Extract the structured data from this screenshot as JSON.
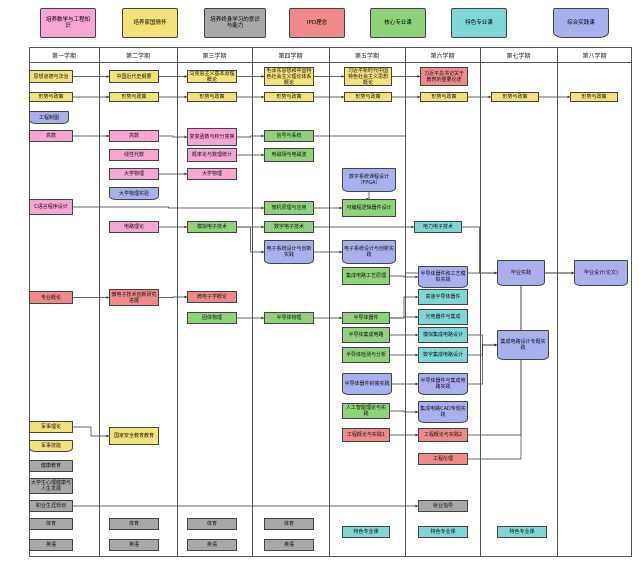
{
  "legend": [
    {
      "text": "培养数学与工程知识",
      "color": "#f7a5d3",
      "shape": "rect"
    },
    {
      "text": "培养家国情怀",
      "color": "#f3e27a",
      "shape": "rect"
    },
    {
      "text": "培养终身学习的意识与能力",
      "color": "#a8a8a8",
      "shape": "rect"
    },
    {
      "text": "IPD理念",
      "color": "#f08a8a",
      "shape": "rect"
    },
    {
      "text": "核心专业课",
      "color": "#8ed27a",
      "shape": "rect"
    },
    {
      "text": "特色专业课",
      "color": "#7fd6d6",
      "shape": "rect"
    },
    {
      "text": "综合实践课",
      "color": "#a9b0ee",
      "shape": "wave"
    }
  ],
  "semesters": [
    "第一学期",
    "第二学期",
    "第三学期",
    "第四学期",
    "第五学期",
    "第六学期",
    "第七学期",
    "第八学期"
  ],
  "nodes": [
    {
      "id": "n1",
      "text": "思想道德与法治",
      "c": "yellow"
    },
    {
      "id": "n2",
      "text": "中国近代史纲要",
      "c": "yellow"
    },
    {
      "id": "n3",
      "text": "马克思主义基本原理概论",
      "c": "yellow"
    },
    {
      "id": "n4",
      "text": "毛泽东思想和中国特色社会主义理论体系概论",
      "c": "yellow"
    },
    {
      "id": "n5",
      "text": "习近平新时代中国特色社会主义思想概论",
      "c": "yellow"
    },
    {
      "id": "n6",
      "text": "习近平总书记关于教育的重要论述",
      "c": "red"
    },
    {
      "id": "f1",
      "text": "形势与政策",
      "c": "yellow"
    },
    {
      "id": "f2",
      "text": "形势与政策",
      "c": "yellow"
    },
    {
      "id": "f3",
      "text": "形势与政策",
      "c": "yellow"
    },
    {
      "id": "f4",
      "text": "形势与政策",
      "c": "yellow"
    },
    {
      "id": "f5",
      "text": "形势与政策",
      "c": "yellow"
    },
    {
      "id": "f6",
      "text": "形势与政策",
      "c": "yellow"
    },
    {
      "id": "f7",
      "text": "形势与政策",
      "c": "yellow"
    },
    {
      "id": "f8",
      "text": "形势与政策",
      "c": "yellow"
    },
    {
      "id": "gczt",
      "text": "工程制图",
      "c": "blue",
      "w": 1
    },
    {
      "id": "gs1",
      "text": "高数",
      "c": "pink"
    },
    {
      "id": "gs2",
      "text": "高数",
      "c": "pink"
    },
    {
      "id": "fb",
      "text": "复变函数与积分变换",
      "c": "pink"
    },
    {
      "id": "xs",
      "text": "信号与系统",
      "c": "green"
    },
    {
      "id": "xxds",
      "text": "线性代数",
      "c": "pink"
    },
    {
      "id": "glts",
      "text": "概率论与数理统计",
      "c": "pink"
    },
    {
      "id": "dcc",
      "text": "电磁场与电磁波",
      "c": "green"
    },
    {
      "id": "dw2",
      "text": "大学物理",
      "c": "pink"
    },
    {
      "id": "dw3",
      "text": "大学物理",
      "c": "pink"
    },
    {
      "id": "dwsy",
      "text": "大学物理实验",
      "c": "blue",
      "w": 1
    },
    {
      "id": "szxt",
      "text": "数字系统课程设计（FPGA）",
      "c": "blue",
      "w": 1
    },
    {
      "id": "c",
      "text": "C语言程序设计",
      "c": "pink"
    },
    {
      "id": "wj",
      "text": "微机原理与应用",
      "c": "green"
    },
    {
      "id": "kbc",
      "text": "可编程逻辑器件设计",
      "c": "green"
    },
    {
      "id": "dlll",
      "text": "电路理论",
      "c": "pink"
    },
    {
      "id": "mn",
      "text": "模拟电子技术",
      "c": "green"
    },
    {
      "id": "sz",
      "text": "数字电子技术",
      "c": "green"
    },
    {
      "id": "dldz",
      "text": "电力电子技术",
      "c": "cyan"
    },
    {
      "id": "dzxt1",
      "text": "电子系统设计与创新实践",
      "c": "blue",
      "w": 1
    },
    {
      "id": "dzxt2",
      "text": "电子系统设计与创新实践",
      "c": "blue",
      "w": 1
    },
    {
      "id": "jcgy",
      "text": "集成电路工艺原理",
      "c": "green"
    },
    {
      "id": "bqgy",
      "text": "半导体器件和工艺模拟实践",
      "c": "blue",
      "w": 1
    },
    {
      "id": "bysj",
      "text": "毕业实践",
      "c": "blue",
      "w": 1
    },
    {
      "id": "bylw",
      "text": "毕业设计(论文)",
      "c": "blue",
      "w": 1
    },
    {
      "id": "zygl",
      "text": "专业概论",
      "c": "red"
    },
    {
      "id": "wdz",
      "text": "微电子技术创新研究进展",
      "c": "red"
    },
    {
      "id": "wdzx",
      "text": "微电子学概论",
      "c": "red"
    },
    {
      "id": "gsbd",
      "text": "高速半导体器件",
      "c": "cyan"
    },
    {
      "id": "gdz",
      "text": "光电器件与集成",
      "c": "cyan"
    },
    {
      "id": "gtwl",
      "text": "固体物理",
      "c": "green"
    },
    {
      "id": "bdt4",
      "text": "半导体物理",
      "c": "green"
    },
    {
      "id": "bqj",
      "text": "半导体器件",
      "c": "green"
    },
    {
      "id": "bjc",
      "text": "半导体集成电路",
      "c": "green"
    },
    {
      "id": "mnjc",
      "text": "模拟集成电路设计",
      "c": "cyan"
    },
    {
      "id": "jcsjzt",
      "text": "集成电路设计专题实践",
      "c": "blue",
      "w": 1
    },
    {
      "id": "bjcs",
      "text": "半导体检测与分析",
      "c": "green"
    },
    {
      "id": "szjc",
      "text": "数字集成电路设计",
      "c": "cyan"
    },
    {
      "id": "bfz",
      "text": "半导体器件封装实践",
      "c": "blue",
      "w": 1
    },
    {
      "id": "bqjc",
      "text": "半导体器件与集成电路实践",
      "c": "blue",
      "w": 1
    },
    {
      "id": "rgzn",
      "text": "人工智能理论与实践",
      "c": "green"
    },
    {
      "id": "jccad",
      "text": "集成电路CAD专题实践",
      "c": "blue",
      "w": 1
    },
    {
      "id": "js1",
      "text": "军事理论",
      "c": "yellow"
    },
    {
      "id": "gjaq",
      "text": "国家安全教育教育",
      "c": "yellow"
    },
    {
      "id": "gc1",
      "text": "工程概论与实践1",
      "c": "red"
    },
    {
      "id": "gc2",
      "text": "工程概论与实践2",
      "c": "red"
    },
    {
      "id": "js2",
      "text": "军事技能",
      "c": "yellow",
      "w": 1
    },
    {
      "id": "gclz",
      "text": "工程伦理",
      "c": "red"
    },
    {
      "id": "jkjy",
      "text": "健康教育",
      "c": "gray"
    },
    {
      "id": "dxs",
      "text": "大学生心理健康与人生发展",
      "c": "gray"
    },
    {
      "id": "zysy",
      "text": "职业生涯规划",
      "c": "gray"
    },
    {
      "id": "jyzd",
      "text": "就业指导",
      "c": "gray"
    },
    {
      "id": "ty1",
      "text": "体育",
      "c": "gray"
    },
    {
      "id": "ty2",
      "text": "体育",
      "c": "gray"
    },
    {
      "id": "ty3",
      "text": "体育",
      "c": "gray"
    },
    {
      "id": "ty4",
      "text": "体育",
      "c": "gray"
    },
    {
      "id": "ts5",
      "text": "特色专业课",
      "c": "cyan"
    },
    {
      "id": "ts6",
      "text": "特色专业课",
      "c": "cyan"
    },
    {
      "id": "ts7",
      "text": "特色专业课",
      "c": "cyan"
    },
    {
      "id": "yy1",
      "text": "英语",
      "c": "gray"
    },
    {
      "id": "yy2",
      "text": "英语",
      "c": "gray"
    },
    {
      "id": "yy3",
      "text": "英语",
      "c": "gray"
    },
    {
      "id": "yy4",
      "text": "英语",
      "c": "gray"
    }
  ]
}
